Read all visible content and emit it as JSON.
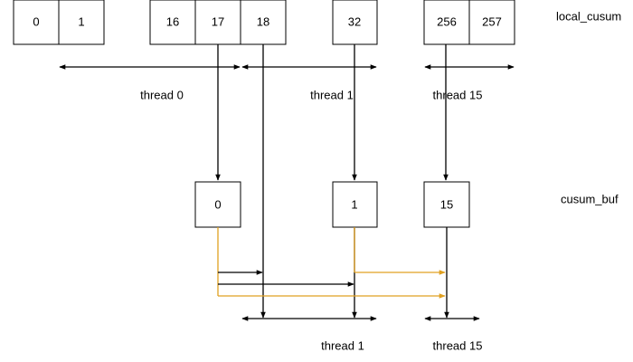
{
  "diagram": {
    "title_local": "local_cusum",
    "title_buf": "cusum_buf",
    "top_row": {
      "cells": [
        {
          "text": "0",
          "name": "local-cell-0"
        },
        {
          "text": "1",
          "name": "local-cell-1"
        },
        {
          "text": "16",
          "name": "local-cell-16"
        },
        {
          "text": "17",
          "name": "local-cell-17"
        },
        {
          "text": "18",
          "name": "local-cell-18"
        },
        {
          "text": "32",
          "name": "local-cell-32"
        },
        {
          "text": "256",
          "name": "local-cell-256"
        },
        {
          "text": "257",
          "name": "local-cell-257"
        }
      ]
    },
    "top_labels": {
      "thread0": "thread 0",
      "thread1": "thread 1",
      "thread15": "thread 15"
    },
    "buf_cells": {
      "c0": "0",
      "c1": "1",
      "c15": "15"
    },
    "bottom_labels": {
      "thread1": "thread 1",
      "thread15": "thread 15"
    },
    "colors": {
      "line": "#000000",
      "accent": "#e0a020"
    }
  }
}
